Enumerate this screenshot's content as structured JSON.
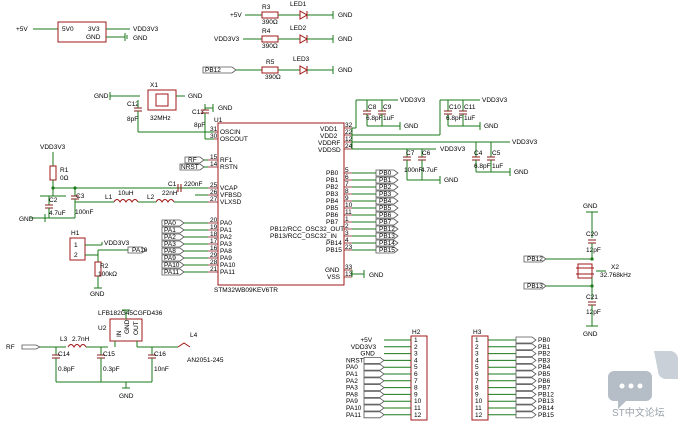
{
  "supply": {
    "plus5v": "+5V",
    "vdd3v3": "VDD3V3",
    "gnd": "GND"
  },
  "regulator": {
    "in_pin": "5V0",
    "out_pin": "3V3",
    "gnd_pin": "GND"
  },
  "leds": [
    {
      "source": "+5V",
      "res": "R3",
      "val": "390Ω",
      "led": "LED1"
    },
    {
      "source": "VDD3V3",
      "res": "R4",
      "val": "390Ω",
      "led": "LED2"
    },
    {
      "source": "PB12",
      "res": "R5",
      "val": "390Ω",
      "led": "LED3"
    }
  ],
  "crystal_hs": {
    "ref": "X1",
    "freq": "32MHz",
    "c12": "C12",
    "c12v": "8pF",
    "c13": "C13",
    "c13v": "8pF"
  },
  "mcu": {
    "ref": "U1",
    "part": "STM32WB09KEV6TR",
    "left_pins": [
      {
        "n": "31",
        "name": "OSCIN"
      },
      {
        "n": "30",
        "name": "OSCOUT"
      },
      {
        "n": "15",
        "name": "RF1"
      },
      {
        "n": "14",
        "name": "RSTN"
      },
      {
        "n": "25",
        "name": "VCAP"
      },
      {
        "n": "26",
        "name": "VFBSD"
      },
      {
        "n": "27",
        "name": "VLXSD"
      },
      {
        "n": "20",
        "name": "PA0"
      },
      {
        "n": "19",
        "name": "PA1"
      },
      {
        "n": "18",
        "name": "PA2"
      },
      {
        "n": "17",
        "name": "PA3"
      },
      {
        "n": "16",
        "name": "PA8"
      },
      {
        "n": "29",
        "name": "PA9"
      },
      {
        "n": "28",
        "name": "PA10"
      },
      {
        "n": "21",
        "name": "PA11"
      }
    ],
    "right_power": [
      {
        "n": "32",
        "name": "VDD1"
      },
      {
        "n": "22",
        "name": "VDD2"
      },
      {
        "n": "12",
        "name": "VDDRF"
      },
      {
        "n": "24",
        "name": "VDDSD"
      }
    ],
    "right_pins": [
      "PB0",
      "PB1",
      "PB2",
      "PB3",
      "PB4",
      "PB5",
      "PB6",
      "PB7",
      "PB12/RCC_OSC32_OUT",
      "PB13/RCC_OSC32_IN",
      "PB14",
      "PB15"
    ],
    "right_nums": [
      "5",
      "6",
      "7",
      "8",
      "9",
      "10",
      "11",
      "1",
      "2",
      "3",
      "4",
      "23"
    ],
    "gnd_pins": [
      {
        "n": "33",
        "name": "GND"
      },
      {
        "n": "13",
        "name": "VSS"
      }
    ]
  },
  "net_labels_right": [
    "PB0",
    "PB1",
    "PB2",
    "PB3",
    "PB4",
    "PB5",
    "PB6",
    "PB7",
    "PB12",
    "PB13",
    "PB14",
    "PB15"
  ],
  "net_labels_left": [
    "PA0",
    "PA1",
    "PA2",
    "PA3",
    "PA8",
    "PA9",
    "PA10",
    "PA11"
  ],
  "rf_label": "RF",
  "nrst_label": "NRST",
  "decoupling": {
    "c8": "C8",
    "c9": "C9",
    "c10": "C10",
    "c11": "C11",
    "c4": "C4",
    "c5": "C5",
    "c6": "C6",
    "c7": "C7",
    "v68": "6.8pF",
    "v1u": "1uF",
    "v100n": "100nF",
    "v47u": "4.7uF"
  },
  "smps": {
    "l1": "L1",
    "l1v": "10uH",
    "l2": "L2",
    "l2v": "22nH",
    "c1": "C1",
    "c1v": "220nF",
    "c1b": "220nF"
  },
  "reset": {
    "r1": "R1",
    "r1v": "0Ω",
    "c2": "C2",
    "c2v": "4.7uF",
    "c3": "C3",
    "c3v": "100nF"
  },
  "boot": {
    "h1": "H1",
    "p1": "1",
    "p2": "2",
    "r2": "R2",
    "r2v": "100kΩ",
    "net": "PA10"
  },
  "lse": {
    "c20": "C20",
    "c20v": "12pF",
    "x2": "X2",
    "x2v": "32.768kHz",
    "c21": "C21",
    "c21v": "12pF",
    "pb12": "PB12",
    "pb13": "PB13"
  },
  "rf_filter": {
    "rf": "RF",
    "l3": "L3",
    "l3v": "2.7nH",
    "u2": "U2",
    "u2part": "LFB182G45CGFD436",
    "c14": "C14",
    "c14v": "0.8pF",
    "c15": "C15",
    "c15v": "0.3pF",
    "c16": "C16",
    "c16v": "10nF",
    "l4": "L4",
    "l4part": "AN2051-245",
    "gnd1": "GND",
    "in": "IN",
    "out": "OUT"
  },
  "h2": {
    "ref": "H2",
    "labels": [
      "+5V",
      "VDD3V3",
      "GND",
      "NRST",
      "PA0",
      "PA1",
      "PA2",
      "PA3",
      "PA8",
      "PA9",
      "PA10",
      "PA11"
    ]
  },
  "h3": {
    "ref": "H3",
    "labels": [
      "PB0",
      "PB1",
      "PB2",
      "PB3",
      "PB4",
      "PB5",
      "PB6",
      "PB7",
      "PB12",
      "PB13",
      "PB14",
      "PB15"
    ]
  },
  "watermark": {
    "text": "ST中文论坛"
  }
}
